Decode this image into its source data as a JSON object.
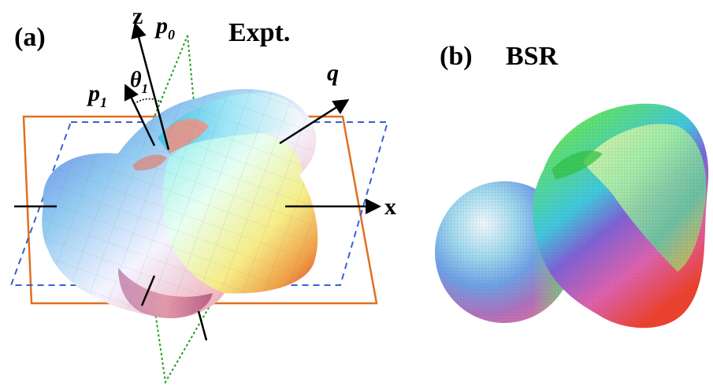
{
  "panel_a": {
    "panel_label": "(a)",
    "title": "Expt.",
    "axis_z": "z",
    "axis_x": "x",
    "vector_p0": {
      "base": "p",
      "sub": "0"
    },
    "vector_p1": {
      "base": "p",
      "sub": "1"
    },
    "angle_theta1": {
      "base": "θ",
      "sub": "1"
    },
    "vector_q": "q"
  },
  "panel_b": {
    "panel_label": "(b)",
    "title": "BSR"
  },
  "colors": {
    "collision_plane": "#e07020",
    "perpendicular_plane": "#3a5fd0",
    "azimuthal_plane": "#20a020",
    "axis": "#000000"
  }
}
